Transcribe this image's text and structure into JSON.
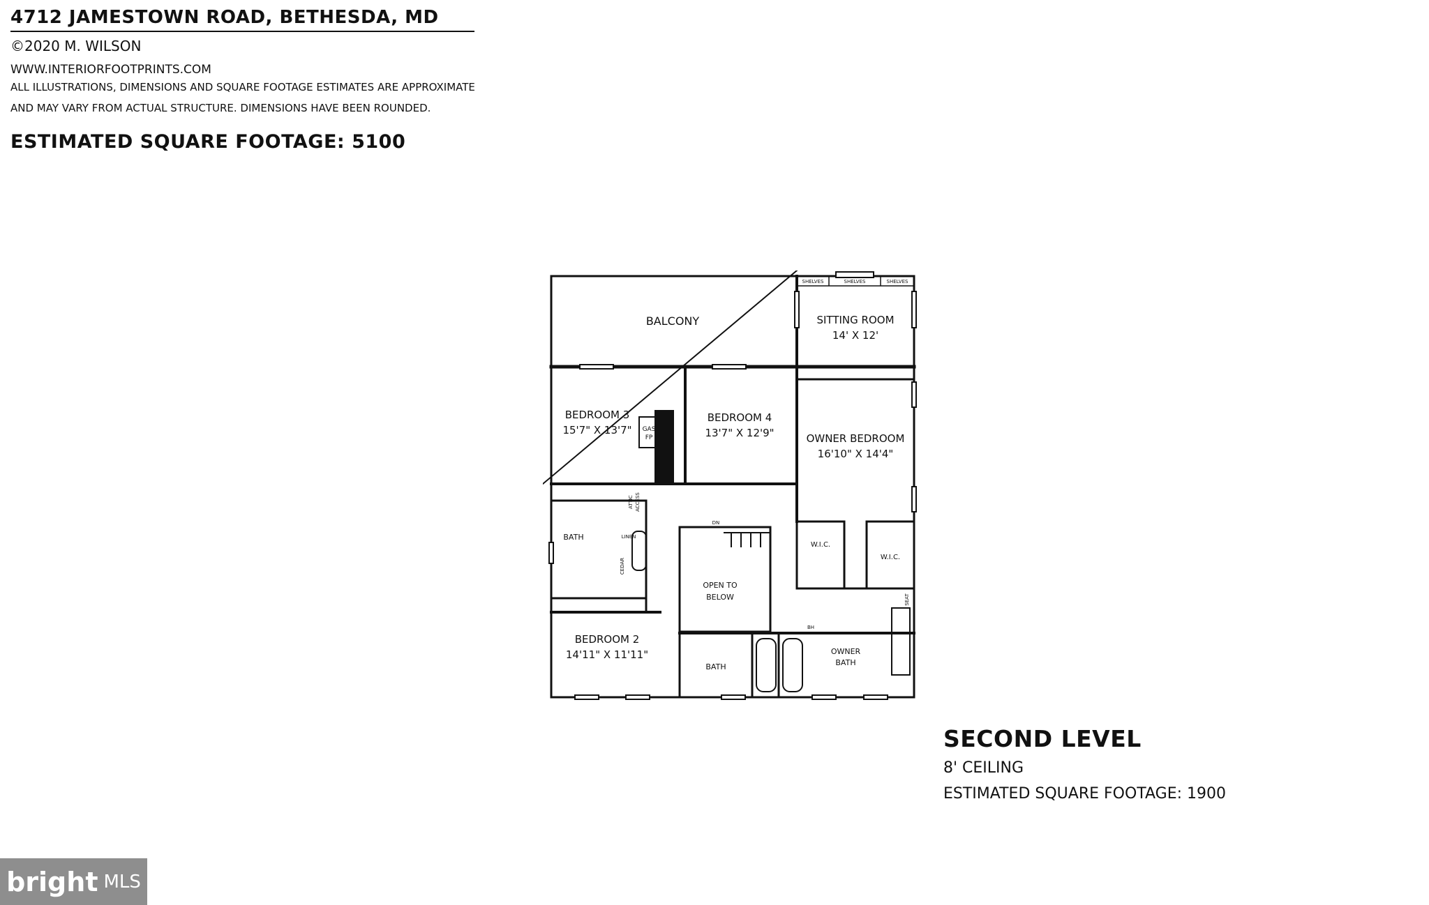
{
  "header": {
    "address": "4712 JAMESTOWN ROAD, BETHESDA, MD",
    "copyright": "©2020 M. WILSON",
    "website": "WWW.INTERIORFOOTPRINTS.COM",
    "disclaimer_line1": "ALL ILLUSTRATIONS, DIMENSIONS AND SQUARE FOOTAGE ESTIMATES ARE APPROXIMATE",
    "disclaimer_line2": "AND MAY VARY FROM ACTUAL STRUCTURE. DIMENSIONS HAVE BEEN ROUNDED.",
    "total_sqft": "ESTIMATED SQUARE FOOTAGE: 5100"
  },
  "plan": {
    "rooms": {
      "balcony": "BALCONY",
      "sitting_room": "SITTING ROOM",
      "sitting_room_dim": "14' X 12'",
      "bedroom3": "BEDROOM 3",
      "bedroom3_dim": "15'7\" X 13'7\"",
      "bedroom4": "BEDROOM 4",
      "bedroom4_dim": "13'7\" X 12'9\"",
      "owner_bedroom": "OWNER BEDROOM",
      "owner_bedroom_dim": "16'10\" X 14'4\"",
      "bath_left": "BATH",
      "open_to_below_1": "OPEN TO",
      "open_to_below_2": "BELOW",
      "bedroom2": "BEDROOM 2",
      "bedroom2_dim": "14'11\" X 11'11\"",
      "bath_bottom": "BATH",
      "owner_bath_1": "OWNER",
      "owner_bath_2": "BATH"
    },
    "labels": {
      "shelves": "SHELVES",
      "gas_fp_1": "GAS",
      "gas_fp_2": "FP",
      "attic_access_1": "ATTIC",
      "attic_access_2": "ACCESS",
      "linen": "LINEN",
      "cedar": "CEDAR",
      "dn": "DN",
      "wic": "W.I.C.",
      "seat": "SEAT",
      "bh": "BH"
    }
  },
  "level": {
    "title": "SECOND LEVEL",
    "ceiling": "8' CEILING",
    "sqft": "ESTIMATED SQUARE FOOTAGE: 1900"
  },
  "logo": {
    "brand": "bright",
    "suffix": "MLS"
  }
}
